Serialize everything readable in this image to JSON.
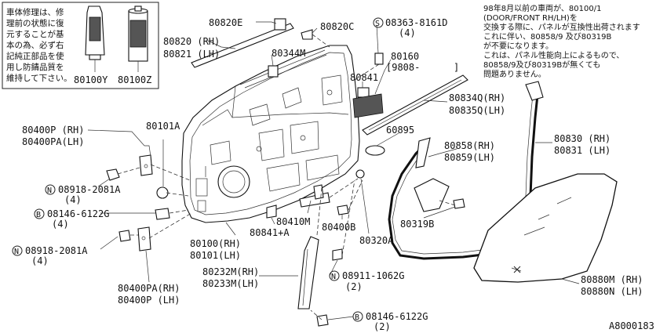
{
  "callouts": {
    "p80820e": "80820E",
    "p80820c": "80820C",
    "p80820": "80820 (RH)",
    "p80821": "80821 (LH)",
    "p80344m": "80344M",
    "p08363_a": "08363-8161D",
    "p08363_b": "(4)",
    "p80160": "80160",
    "p9808": "[9808-",
    "p9808_end": "]",
    "p80841_top": "80841",
    "p80834q": "80834Q(RH)",
    "p80835q": "80835Q(LH)",
    "p80400p": "80400P (RH)",
    "p80400pa": "80400PA(LH)",
    "p80101a": "80101A",
    "p60895": "60895",
    "p80858": "80858(RH)",
    "p80859": "80859(LH)",
    "p80830": "80830 (RH)",
    "p80831": "80831 (LH)",
    "p08918_1a": "08918-2081A",
    "p08918_1b": "(4)",
    "p08146_1a": "08146-6122G",
    "p08146_1b": "(4)",
    "p80410m": "80410M",
    "p80400b": "80400B",
    "p80841a": "80841+A",
    "p80319b": "80319B",
    "p08918_2a": "08918-2081A",
    "p08918_2b": "(4)",
    "p80100rh": "80100(RH)",
    "p80101lh": "80101(LH)",
    "p80320a": "80320A",
    "p80232m": "80232M(RH)",
    "p80233m": "80233M(LH)",
    "p08911a": "08911-1062G",
    "p08911b": "(2)",
    "p80400pa_rh": "80400PA(RH)",
    "p80400p_lh": "80400P (LH)",
    "p80880m": "80880M (RH)",
    "p80880n": "80880N (LH)",
    "p08146_2a": "08146-6122G",
    "p08146_2b": "(2)"
  },
  "symbols": {
    "s": "S",
    "n": "N",
    "b": "B"
  },
  "inset": {
    "lines": [
      "車体修理は、修",
      "理前の状態に復",
      "元することが基",
      "本の為、必ず右",
      "記純正部品を使",
      "用し防錆品質を",
      "維持して下さい。"
    ],
    "item_a": "80100Y",
    "item_b": "80100Z"
  },
  "note": {
    "lines": [
      "98年8月以前の車両が、80100/1",
      "(DOOR/FRONT RH/LH)を",
      "交換する際に、パネルが互換性出荷されます",
      "これに伴い、80858/9 及び80319B",
      "が不要になります。",
      "これは、パネル性能向上によるもので、",
      "80858/9及び80319Bが無くても",
      "問題ありません。"
    ]
  },
  "catalog_id": "A8000183"
}
